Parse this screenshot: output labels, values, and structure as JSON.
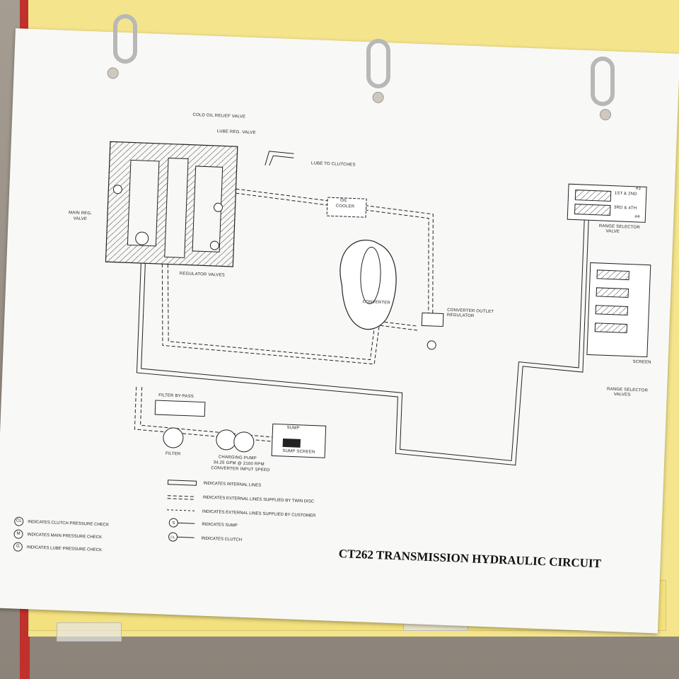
{
  "diagram": {
    "title": "CT262 TRANSMISSION HYDRAULIC CIRCUIT",
    "labels": {
      "cold_oil_relief": "COLD OIL RELIEF VALVE",
      "lube_reg": "LUBE REG. VALVE",
      "lube_to_clutches": "LUBE TO CLUTCHES",
      "oil_cooler_1": "OIL",
      "oil_cooler_2": "COOLER",
      "main_reg_1": "MAIN REG.",
      "main_reg_2": "VALVE",
      "regulator_valves": "REGULATOR VALVES",
      "converter": "CONVERTER",
      "converter_outlet_1": "CONVERTER OUTLET",
      "converter_outlet_2": "REGULATOR",
      "range_selector_top_1": "RANGE SELECTOR",
      "range_selector_top_2": "VALVE",
      "range_selector_bottom_1": "RANGE SELECTOR",
      "range_selector_bottom_2": "VALVES",
      "screen": "SCREEN",
      "filter_bypass": "FILTER BY-PASS",
      "filter": "FILTER",
      "sump": "SUMP",
      "sump_screen": "SUMP SCREEN",
      "pump_1": "CHARGING PUMP",
      "pump_2": "34.25 GPM @ 2100 RPM",
      "pump_3": "CONVERTER INPUT SPEED",
      "rs_1st_2nd": "1ST & 2ND",
      "rs_3rd_4th": "3RD & 4TH",
      "rs_r3": "#3",
      "rs_r4": "#4"
    },
    "line_key": [
      "INDICATES INTERNAL LINES",
      "INDICATES EXTERNAL LINES SUPPLIED BY TWIN DISC",
      "INDICATES EXTERNAL LINES SUPPLIED BY CUSTOMER",
      "INDICATES SUMP",
      "INDICATES CLUTCH"
    ],
    "symbol_key": [
      {
        "symbol": "CL",
        "text": "INDICATES CLUTCH PRESSURE CHECK"
      },
      {
        "symbol": "M",
        "text": "INDICATES MAIN PRESSURE CHECK"
      },
      {
        "symbol": "G",
        "text": "INDICATES LUBE PRESSURE CHECK"
      }
    ],
    "key_symbols": {
      "sump": "S",
      "clutch": "CL"
    }
  }
}
